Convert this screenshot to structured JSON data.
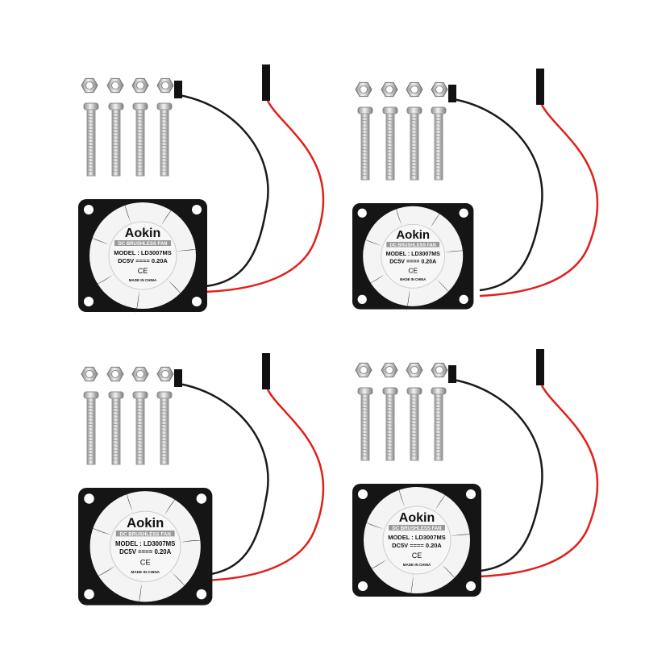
{
  "product": {
    "kit_count": 4,
    "label": {
      "brand": "Aokin",
      "type": "DC BRUSHLESS FAN",
      "model": "MODEL : LD3007MS",
      "voltage": "DC5V",
      "current": "0.20A",
      "mark": "CE",
      "origin": "MADE IN CHINA"
    },
    "colors": {
      "fan_frame": "#151515",
      "blade": "#1a1a1a",
      "wire_red": "#e0201c",
      "wire_black": "#1a1a1a",
      "metal": "#b8b8b8"
    }
  }
}
